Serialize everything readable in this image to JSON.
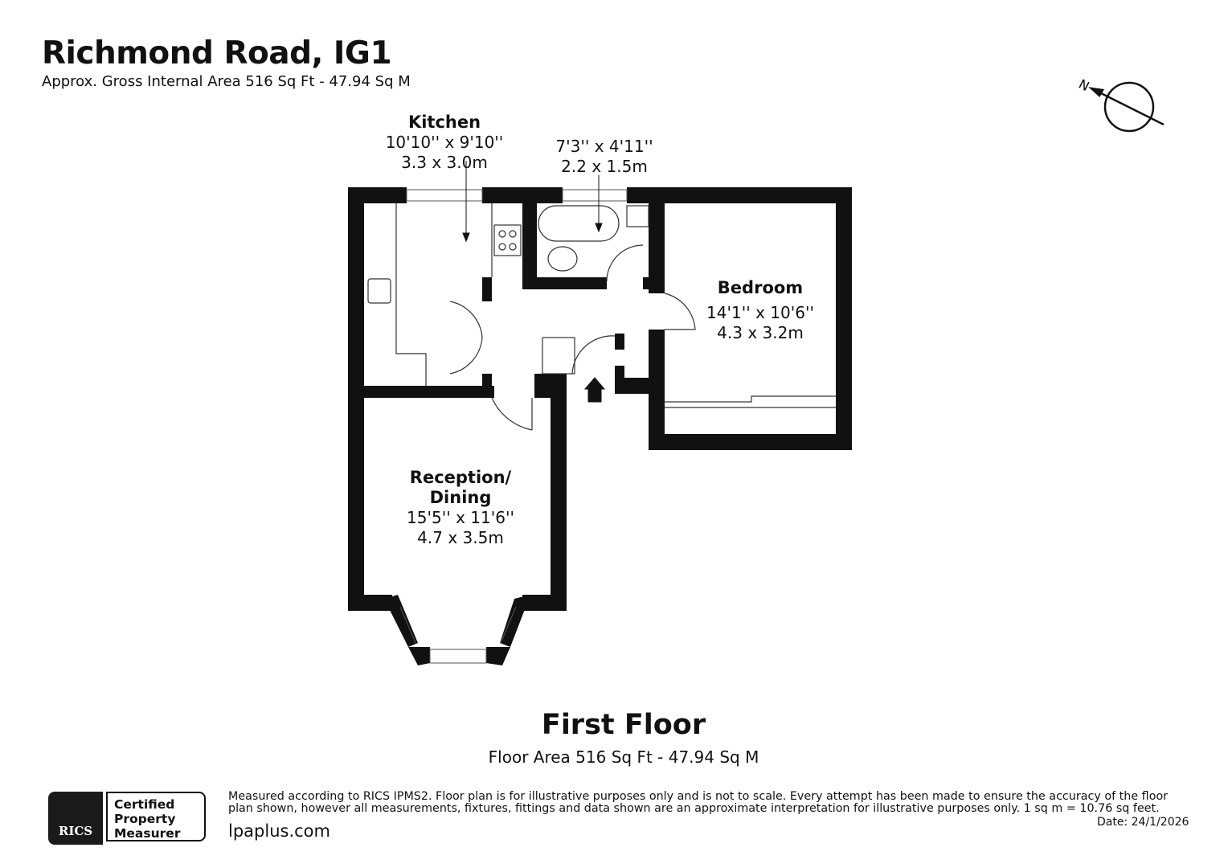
{
  "header": {
    "title": "Richmond Road, IG1",
    "subtitle": "Approx. Gross Internal Area 516 Sq Ft - 47.94 Sq M"
  },
  "compass": {
    "label": "N"
  },
  "rooms": {
    "kitchen": {
      "name": "Kitchen",
      "imperial": "10'10'' x 9'10''",
      "metric": "3.3 x 3.0m"
    },
    "bathroom": {
      "imperial": "7'3'' x 4'11''",
      "metric": "2.2 x 1.5m"
    },
    "bedroom": {
      "name": "Bedroom",
      "imperial": "14'1'' x 10'6''",
      "metric": "4.3 x 3.2m"
    },
    "reception": {
      "name_line1": "Reception/",
      "name_line2": "Dining",
      "imperial": "15'5'' x 11'6''",
      "metric": "4.7 x 3.5m"
    }
  },
  "floor": {
    "title": "First Floor",
    "area": "Floor Area 516 Sq Ft - 47.94 Sq M"
  },
  "footer": {
    "badge_logo": "RICS",
    "badge_line1": "Certified",
    "badge_line2": "Property",
    "badge_line3": "Measurer",
    "disclaimer": "Measured according to RICS IPMS2. Floor plan is for illustrative purposes only and is not to scale. Every attempt has been made to ensure the accuracy of the floor plan shown, however all measurements, fixtures, fittings and data shown are an approximate interpretation for illustrative purposes only. 1 sq m = 10.76 sq feet.",
    "website": "lpaplus.com",
    "date": "Date: 24/1/2026"
  }
}
